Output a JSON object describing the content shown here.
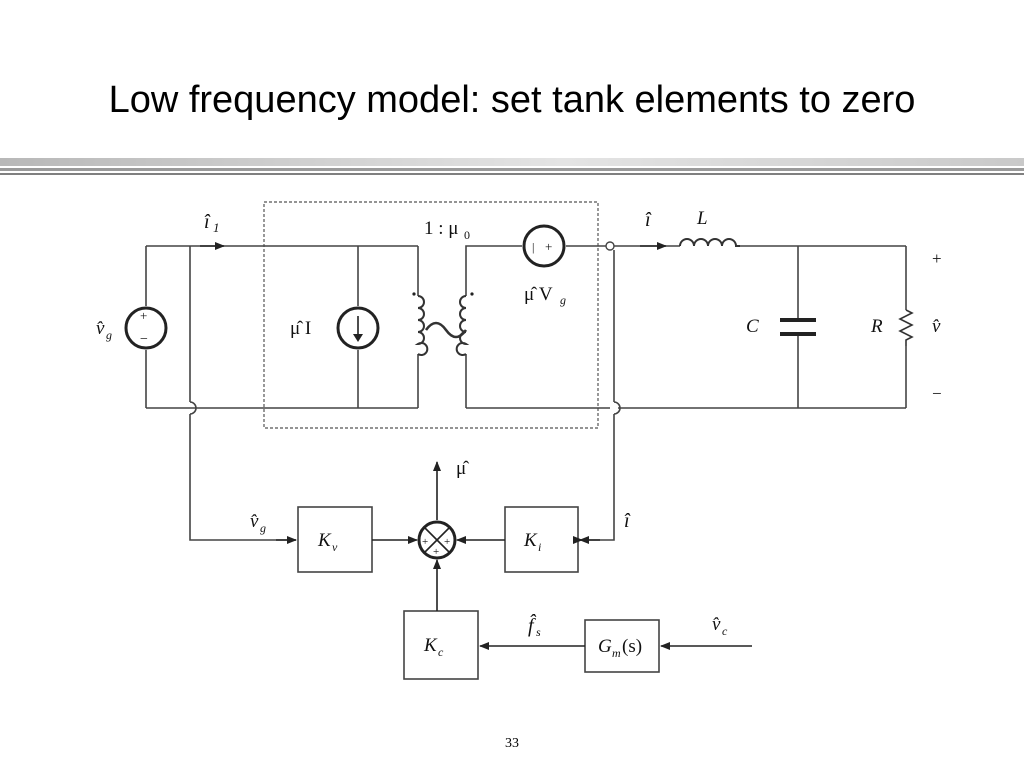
{
  "slide": {
    "title": "Low frequency model: set tank elements to zero",
    "page_number": "33"
  },
  "circuit": {
    "labels": {
      "i1_hat": "î",
      "i1_sub": "1",
      "ratio": "1 : μ",
      "ratio_sub": "0",
      "i_hat_top": "î",
      "inductor": "L",
      "vg_hat": "v̂",
      "vg_sub": "g",
      "mu_I": "μ̂ I",
      "mu_Vg": "μ̂ V",
      "mu_Vg_sub": "g",
      "capacitor": "C",
      "resistor": "R",
      "v_hat": "v̂",
      "plus": "+",
      "minus": "−"
    }
  },
  "control": {
    "mu_hat": "μ̂",
    "vg_hat": "v̂",
    "vg_sub": "g",
    "i_hat": "î",
    "Kv": "K",
    "Kv_sub": "v",
    "Ki": "K",
    "Ki_sub": "i",
    "Kc": "K",
    "Kc_sub": "c",
    "fs_hat": "f̂",
    "fs_sub": "s",
    "Gm": "G",
    "Gm_sub": "m",
    "Gm_arg": "(s)",
    "vc_hat": "v̂",
    "vc_sub": "c"
  }
}
